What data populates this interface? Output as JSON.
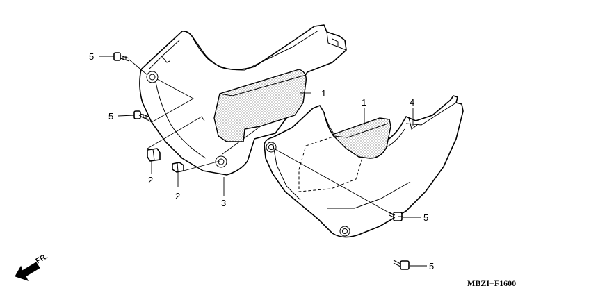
{
  "callouts": {
    "c5a": "5",
    "c5b": "5",
    "c5c": "5",
    "c5d": "5",
    "c1a": "1",
    "c1b": "1",
    "c4": "4",
    "c2a": "2",
    "c2b": "2",
    "c3": "3"
  },
  "direction": {
    "label": "FR."
  },
  "figure_code": "MBZI−F1600",
  "colors": {
    "line": "#000000",
    "background": "#ffffff"
  }
}
